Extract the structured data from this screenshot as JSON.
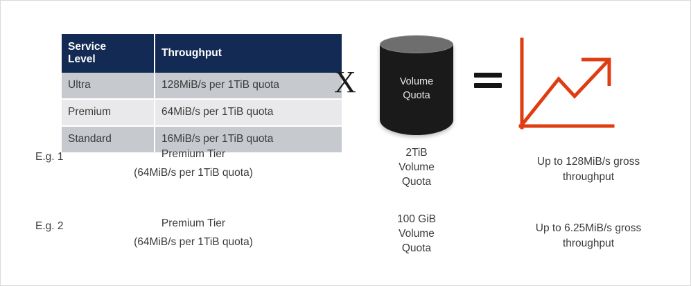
{
  "diagram": {
    "title": "Throughput calculation",
    "operators": {
      "multiply": "X",
      "equals": "="
    },
    "accent_color": "#E03C11",
    "header_color": "#122A54",
    "row_dark_color": "#C6C9CE",
    "row_light_color": "#E9E9EB",
    "cylinder_body_color": "#1A1A1A",
    "cylinder_top_color": "#6E6E6E"
  },
  "table": {
    "headers": [
      "Service Level",
      "Throughput"
    ],
    "header_lines": [
      [
        "Service",
        "Level"
      ],
      [
        "Throughput"
      ]
    ],
    "rows": [
      {
        "level": "Ultra",
        "throughput": "128MiB/s per 1TiB quota"
      },
      {
        "level": "Premium",
        "throughput": "64MiB/s per 1TiB quota"
      },
      {
        "level": "Standard",
        "throughput": "16MiB/s per 1TiB quota"
      }
    ]
  },
  "cylinder": {
    "line1": "Volume",
    "line2": "Quota"
  },
  "examples": [
    {
      "label": "E.g. 1",
      "tier_line1": "Premium Tier",
      "tier_line2": "(64MiB/s per 1TiB quota)",
      "quota_line1": "2TiB",
      "quota_line2": "Volume",
      "quota_line3": "Quota",
      "result_line1": "Up to 128MiB/s gross",
      "result_line2": "throughput"
    },
    {
      "label": "E.g. 2",
      "tier_line1": "Premium Tier",
      "tier_line2": "(64MiB/s per 1TiB quota)",
      "quota_line1": "100 GiB",
      "quota_line2": "Volume",
      "quota_line3": "Quota",
      "result_line1": "Up to 6.25MiB/s gross",
      "result_line2": "throughput"
    }
  ],
  "chart_data": {
    "type": "line",
    "title": "",
    "xlabel": "",
    "ylabel": "",
    "x": [
      0,
      1,
      2,
      3
    ],
    "values": [
      0,
      62,
      40,
      96
    ],
    "annotation": "upward trend arrow",
    "grid": false,
    "legend": "none"
  }
}
